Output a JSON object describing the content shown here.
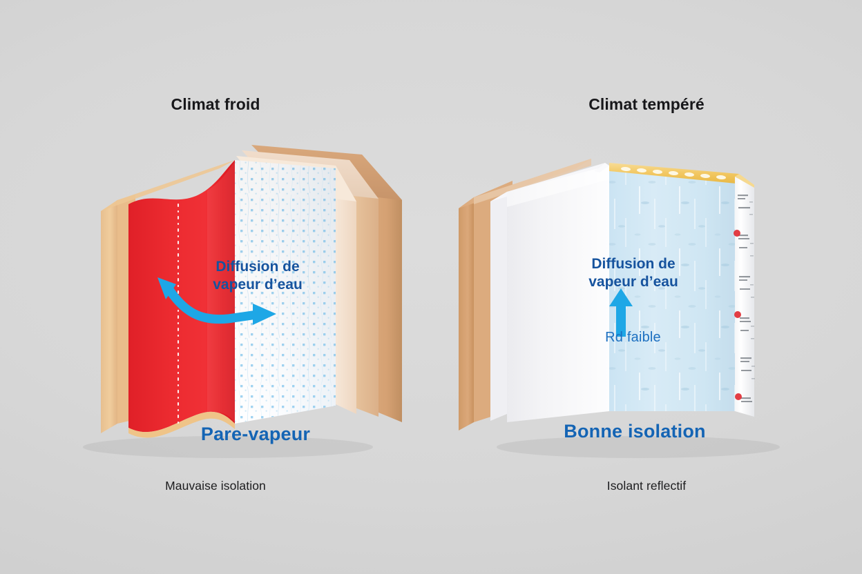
{
  "figure": {
    "background_color": "#d6d6d6",
    "accent_blue": "#1464b4",
    "accent_dark_blue": "#16539e",
    "arrow_cyan": "#1ea7e6",
    "vapor_barrier_red": "#e8252b",
    "wood_tan": "#d9a878",
    "insulation_white": "#fbfcfe",
    "reflective_blue": "#cfe5f2",
    "bubble_gold": "#f5cf72"
  },
  "panels": [
    {
      "id": "left",
      "title": "Climat froid",
      "caption": "Mauvaise isolation",
      "diffusion_label": "Diffusion de\nvapeur d’eau",
      "big_label": "Pare-vapeur",
      "arrow": {
        "name": "curved-double-arrow",
        "color": "#1ea7e6",
        "directions": [
          "up-left",
          "right"
        ]
      },
      "layers": [
        {
          "name": "vapor-barrier",
          "label": "Pare-vapeur",
          "color": "#e8252b"
        },
        {
          "name": "wood-frame",
          "color": "#d9a878"
        },
        {
          "name": "insulation-dotted",
          "color": "#fbfcfe"
        },
        {
          "name": "inner-board",
          "color": "#f0ddcc"
        },
        {
          "name": "outer-board",
          "color": "#cf9f71"
        }
      ]
    },
    {
      "id": "right",
      "title": "Climat tempéré",
      "caption": "Isolant reflectif",
      "diffusion_label": "Diffusion de\nvapeur d’eau",
      "big_label": "Bonne isolation",
      "rd_label": "Rd faible",
      "arrow": {
        "name": "up-arrow",
        "color": "#1ea7e6",
        "directions": [
          "up"
        ]
      },
      "layers": [
        {
          "name": "wood-frame",
          "color": "#d9a878"
        },
        {
          "name": "plasterboard",
          "color": "#f2f2f4"
        },
        {
          "name": "reflective-insulation",
          "color": "#cfe5f2"
        },
        {
          "name": "bubble-foil-edge",
          "color": "#f5cf72"
        },
        {
          "name": "printed-foil-edge",
          "color": "#fdfdfd"
        }
      ]
    }
  ]
}
